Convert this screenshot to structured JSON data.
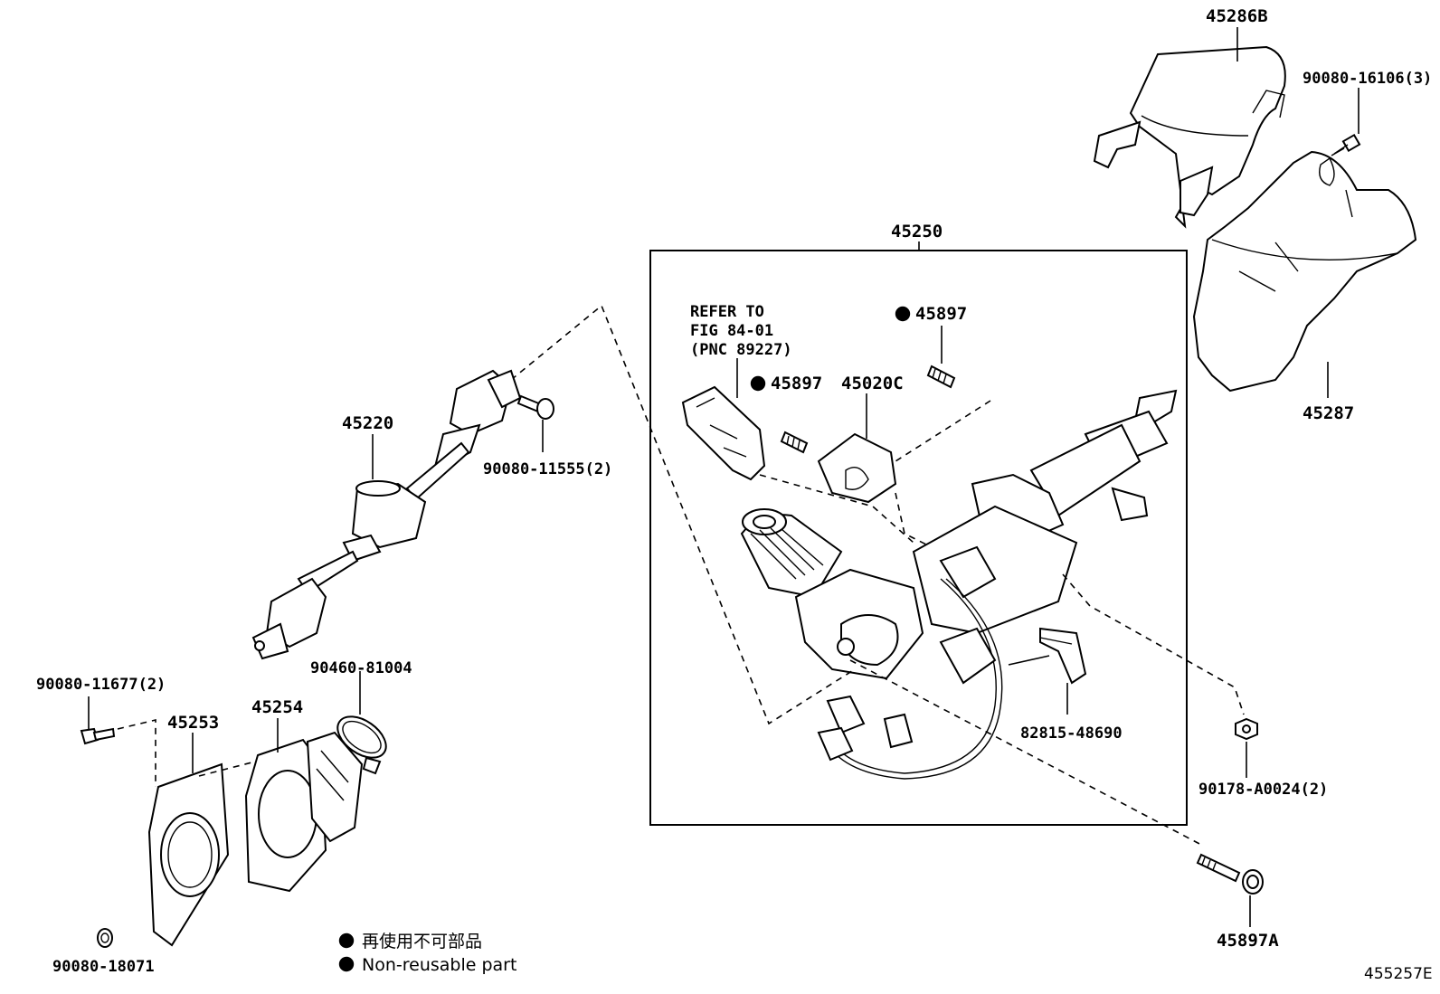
{
  "labels": {
    "p45286B": "45286B",
    "p90080_16106": "90080-16106(3)",
    "p45287": "45287",
    "p45250": "45250",
    "refer_line1": "REFER TO",
    "refer_line2": "FIG 84-01",
    "refer_line3": "(PNC 89227)",
    "p45897_a": "45897",
    "p45897_b": "45897",
    "p45020C": "45020C",
    "p45220": "45220",
    "p90080_11555": "90080-11555(2)",
    "p90080_11677": "90080-11677(2)",
    "p45253": "45253",
    "p45254": "45254",
    "p90460_81004": "90460-81004",
    "p82815_48690": "82815-48690",
    "p90178_A0024": "90178-A0024(2)",
    "p45897A": "45897A",
    "p90080_18071": "90080-18071",
    "figure_id": "455257E"
  },
  "legend": {
    "jp": "再使用不可部品",
    "en": "Non-reusable part"
  },
  "colors": {
    "ink": "#000000",
    "paper": "#ffffff"
  }
}
